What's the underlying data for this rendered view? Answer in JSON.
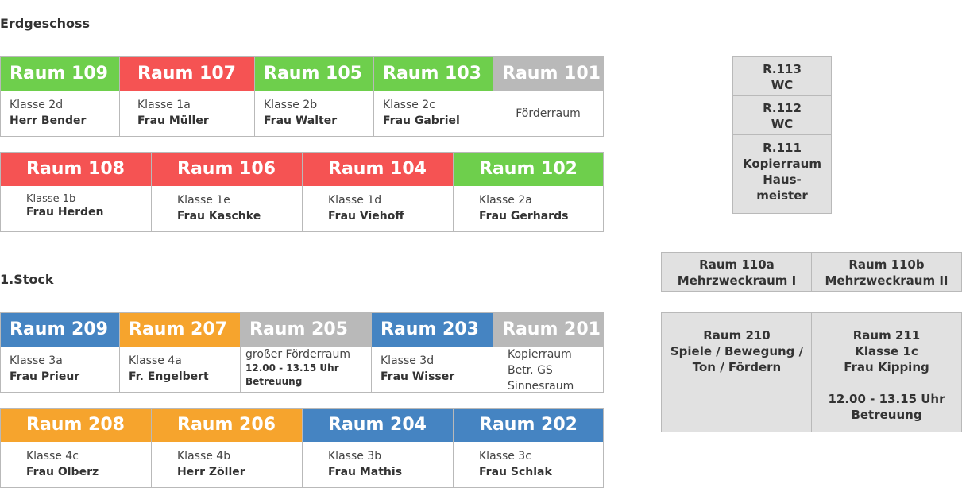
{
  "floors": [
    {
      "title": "Erdgeschoss"
    },
    {
      "title": "1.Stock"
    }
  ],
  "erdgeschoss": {
    "row1": [
      {
        "name": "Raum 109",
        "color": "#6ecf4c",
        "class": "Klasse 2d",
        "teacher": "Herr Bender"
      },
      {
        "name": "Raum 107",
        "color": "#f55353",
        "class": "Klasse 1a",
        "teacher": "Frau Müller"
      },
      {
        "name": "Raum 105",
        "color": "#6ecf4c",
        "class": "Klasse 2b",
        "teacher": "Frau Walter"
      },
      {
        "name": "Raum 103",
        "color": "#6ecf4c",
        "class": "Klasse 2c",
        "teacher": "Frau Gabriel"
      },
      {
        "name": "Raum 101",
        "color": "#b9b9b9",
        "text": "Förderraum"
      }
    ],
    "row2": [
      {
        "name": "Raum 108",
        "color": "#f55353",
        "class": "Klasse 1b",
        "teacher": "Frau Herden"
      },
      {
        "name": "Raum 106",
        "color": "#f55353",
        "class": "Klasse 1e",
        "teacher": "Frau Kaschke"
      },
      {
        "name": "Raum 104",
        "color": "#f55353",
        "class": "Klasse 1d",
        "teacher": "Frau Viehoff"
      },
      {
        "name": "Raum 102",
        "color": "#6ecf4c",
        "class": "Klasse 2a",
        "teacher": "Frau Gerhards"
      }
    ]
  },
  "stock1": {
    "row1": [
      {
        "name": "Raum 209",
        "color": "#4584c2",
        "class": "Klasse 3a",
        "teacher": "Frau Prieur"
      },
      {
        "name": "Raum 207",
        "color": "#f6a42d",
        "class": "Klasse 4a",
        "teacher": "Fr. Engelbert"
      },
      {
        "name": "Raum 205",
        "color": "#b9b9b9",
        "class": "großer Förderraum",
        "time": "12.00 - 13.15 Uhr",
        "note": "Betreuung"
      },
      {
        "name": "Raum 203",
        "color": "#4584c2",
        "class": "Klasse 3d",
        "teacher": "Frau Wisser"
      },
      {
        "name": "Raum 201",
        "color": "#b9b9b9",
        "lines": [
          "Kopierraum",
          "Betr. GS",
          "Sinnesraum"
        ]
      }
    ],
    "row2": [
      {
        "name": "Raum 208",
        "color": "#f6a42d",
        "class": "Klasse 4c",
        "teacher": "Frau Olberz"
      },
      {
        "name": "Raum 206",
        "color": "#f6a42d",
        "class": "Klasse 4b",
        "teacher": "Herr Zöller"
      },
      {
        "name": "Raum 204",
        "color": "#4584c2",
        "class": "Klasse 3b",
        "teacher": "Frau Mathis"
      },
      {
        "name": "Raum 202",
        "color": "#4584c2",
        "class": "Klasse 3c",
        "teacher": "Frau Schlak"
      }
    ]
  },
  "side": {
    "r113": [
      "R.113",
      "WC"
    ],
    "r112": [
      "R.112",
      "WC"
    ],
    "r111": [
      "R.111",
      "Kopierraum",
      "Haus-",
      "meister"
    ],
    "r110a": [
      "Raum 110a",
      "Mehrzweckraum I"
    ],
    "r110b": [
      "Raum 110b",
      "Mehrzweckraum II"
    ],
    "r210": [
      "Raum 210",
      "Spiele / Bewegung /",
      "Ton / Fördern"
    ],
    "r211": [
      "Raum 211",
      "Klasse 1c",
      "Frau Kipping",
      "",
      "12.00 - 13.15 Uhr",
      "Betreuung"
    ]
  }
}
